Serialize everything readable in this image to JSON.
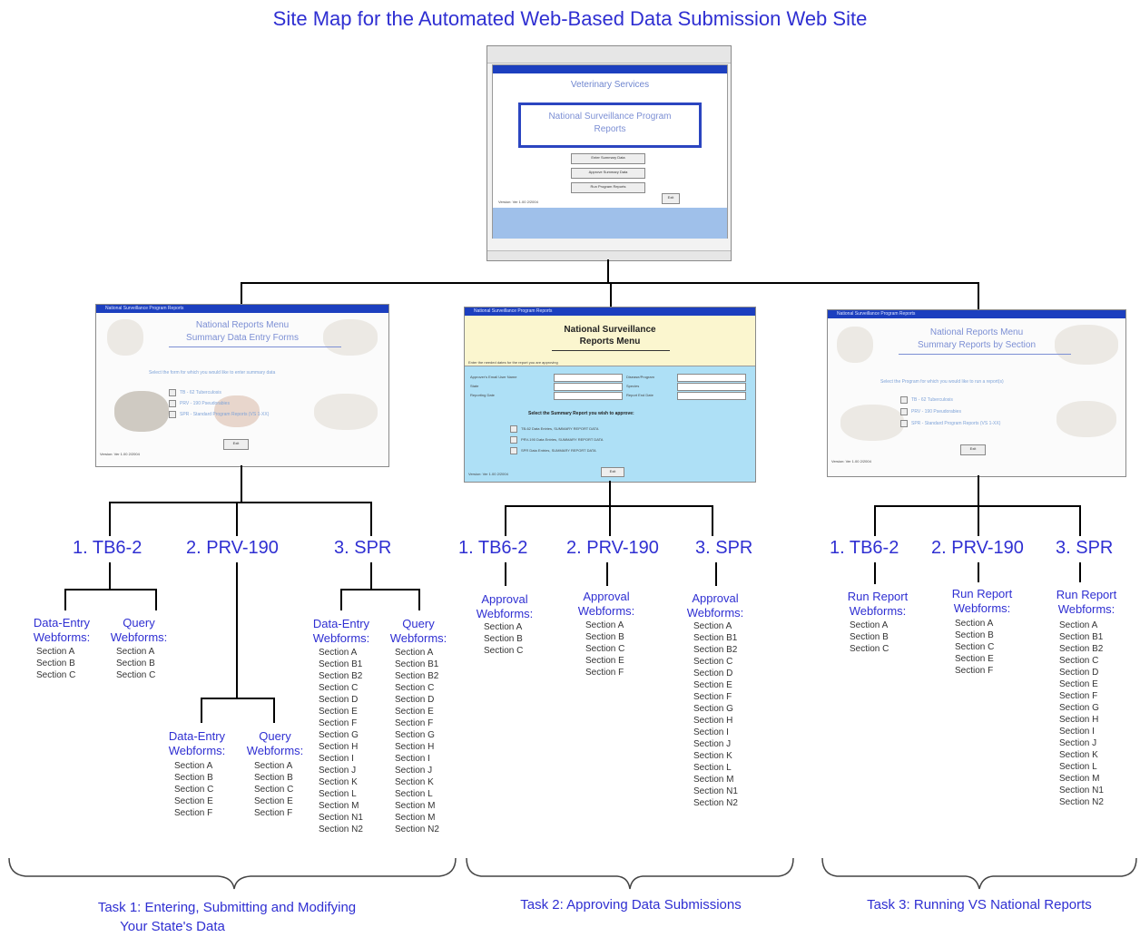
{
  "title": "Site Map for the Automated Web-Based Data Submission Web Site",
  "main_screen": {
    "header": "Veterinary Services",
    "box": "National Surveillance Program Reports",
    "buttons": [
      "Enter Summary Data",
      "Approve Summary Data",
      "Run Program Reports"
    ],
    "exit": "Exit",
    "version": "Version: Ver 1.00 2/2004"
  },
  "task1": {
    "screen_title": [
      "National Reports Menu",
      "Summary Data Entry Forms"
    ],
    "window_title": "National Surveillance Program Reports",
    "prompt": "Select the form for which you would like to enter summary data",
    "options": [
      "TB - 62 Tuberculosis",
      "PRV - 190 Pseudorabies",
      "SPR - Standard Program Reports (VS 1-XX)"
    ],
    "exit": "Exit",
    "version": "Version: Ver 1.00 2/2004",
    "programs": [
      "1. TB6-2",
      "2. PRV-190",
      "3. SPR"
    ],
    "tb_left_header": [
      "Data-Entry",
      "Webforms:"
    ],
    "tb_left_items": [
      "Section A",
      "Section B",
      "Section C"
    ],
    "tb_right_header": [
      "Query",
      "Webforms:"
    ],
    "tb_right_items": [
      "Section A",
      "Section B",
      "Section C"
    ],
    "prv_left_header": [
      "Data-Entry",
      "Webforms:"
    ],
    "prv_left_items": [
      "Section A",
      "Section B",
      "Section C",
      "Section E",
      "Section F"
    ],
    "prv_right_header": [
      "Query",
      "Webforms:"
    ],
    "prv_right_items": [
      "Section A",
      "Section B",
      "Section C",
      "Section E",
      "Section F"
    ],
    "spr_left_header": [
      "Data-Entry",
      "Webforms:"
    ],
    "spr_left_items": [
      "Section A",
      "Section B1",
      "Section B2",
      "Section C",
      "Section D",
      "Section E",
      "Section F",
      "Section G",
      "Section H",
      "Section I",
      "Section J",
      "Section K",
      "Section L",
      "Section M",
      "Section N1",
      "Section N2"
    ],
    "spr_right_header": [
      "Query",
      "Webforms:"
    ],
    "spr_right_items": [
      "Section A",
      "Section B1",
      "Section B2",
      "Section C",
      "Section D",
      "Section E",
      "Section F",
      "Section G",
      "Section H",
      "Section I",
      "Section J",
      "Section K",
      "Section L",
      "Section M",
      "Section M",
      "Section N2"
    ],
    "task_label": [
      "Task 1:  Entering, Submitting and Modifying",
      "Your State's Data"
    ]
  },
  "task2": {
    "screen_title": [
      "National Surveillance",
      "Reports Menu"
    ],
    "window_title": "National Surveillance Program Reports",
    "instruction": "Enter the needed dates for the report you are approving",
    "field_labels": [
      "Approver's Email User Name",
      "State",
      "Reporting Date",
      "Disease/Program",
      "Species",
      "Report End Date"
    ],
    "select_prompt": "Select the Summary Report you wish to approve:",
    "options": [
      "TB-62 Data Entries, SUMMARY REPORT DATA",
      "PRV-190 Data Entries, SUMMARY REPORT DATA",
      "SPR Data Entries, SUMMARY REPORT DATA"
    ],
    "exit": "Exit",
    "version": "Version: Ver 1.00 2/2004",
    "programs": [
      "1. TB6-2",
      "2. PRV-190",
      "3. SPR"
    ],
    "tb_header": [
      "Approval",
      "Webforms:"
    ],
    "tb_items": [
      "Section A",
      "Section B",
      "Section C"
    ],
    "prv_header": [
      "Approval",
      "Webforms:"
    ],
    "prv_items": [
      "Section A",
      "Section B",
      "Section C",
      "Section E",
      "Section F"
    ],
    "spr_header": [
      "Approval",
      "Webforms:"
    ],
    "spr_items": [
      "Section A",
      "Section B1",
      "Section B2",
      "Section C",
      "Section D",
      "Section E",
      "Section F",
      "Section G",
      "Section H",
      "Section I",
      "Section J",
      "Section K",
      "Section L",
      "Section M",
      "Section N1",
      "Section N2"
    ],
    "task_label": "Task 2:  Approving Data Submissions"
  },
  "task3": {
    "screen_title": [
      "National Reports Menu",
      "Summary Reports by Section"
    ],
    "window_title": "National Surveillance Program Reports",
    "prompt": "Select the Program for which you would like to run a report(s)",
    "options": [
      "TB - 62 Tuberculosis",
      "PRV - 190 Pseudorabies",
      "SPR - Standard Program Reports (VS 1-XX)"
    ],
    "exit": "Exit",
    "version": "Version: Ver 1.00 2/2004",
    "programs": [
      "1. TB6-2",
      "2. PRV-190",
      "3. SPR"
    ],
    "tb_header": [
      "Run Report",
      "Webforms:"
    ],
    "tb_items": [
      "Section A",
      "Section B",
      "Section C"
    ],
    "prv_header": [
      "Run Report",
      "Webforms:"
    ],
    "prv_items": [
      "Section A",
      "Section B",
      "Section C",
      "Section E",
      "Section F"
    ],
    "spr_header": [
      "Run Report",
      "Webforms:"
    ],
    "spr_items": [
      "Section A",
      "Section B1",
      "Section B2",
      "Section C",
      "Section D",
      "Section E",
      "Section F",
      "Section G",
      "Section H",
      "Section I",
      "Section J",
      "Section K",
      "Section L",
      "Section M",
      "Section N1",
      "Section N2"
    ],
    "task_label": "Task 3:  Running VS National Reports"
  }
}
